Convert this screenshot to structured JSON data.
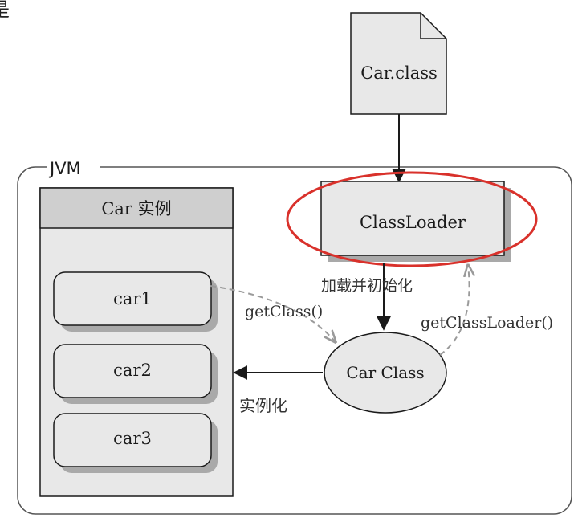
{
  "diagram": {
    "file_label": "Car.class",
    "jvm_label": "JVM",
    "classloader_label": "ClassLoader",
    "instance_panel_title": "Car 实例",
    "instances": [
      "car1",
      "car2",
      "car3"
    ],
    "class_label": "Car Class",
    "load_edge_label": "加载并初始化",
    "getclass_label": "getClass()",
    "getclassloader_label": "getClassLoader()",
    "instantiate_label": "实例化"
  },
  "colors": {
    "box_fill": "#e8e8e8",
    "header_fill": "#cfcfcf",
    "stroke": "#1a1a1a",
    "shadow": "#a9a9a9",
    "highlight_ellipse": "#d9312b",
    "dashed_arrow": "#9a9a9a",
    "jvm_border": "#555555"
  },
  "left_edge_glyph": "是"
}
